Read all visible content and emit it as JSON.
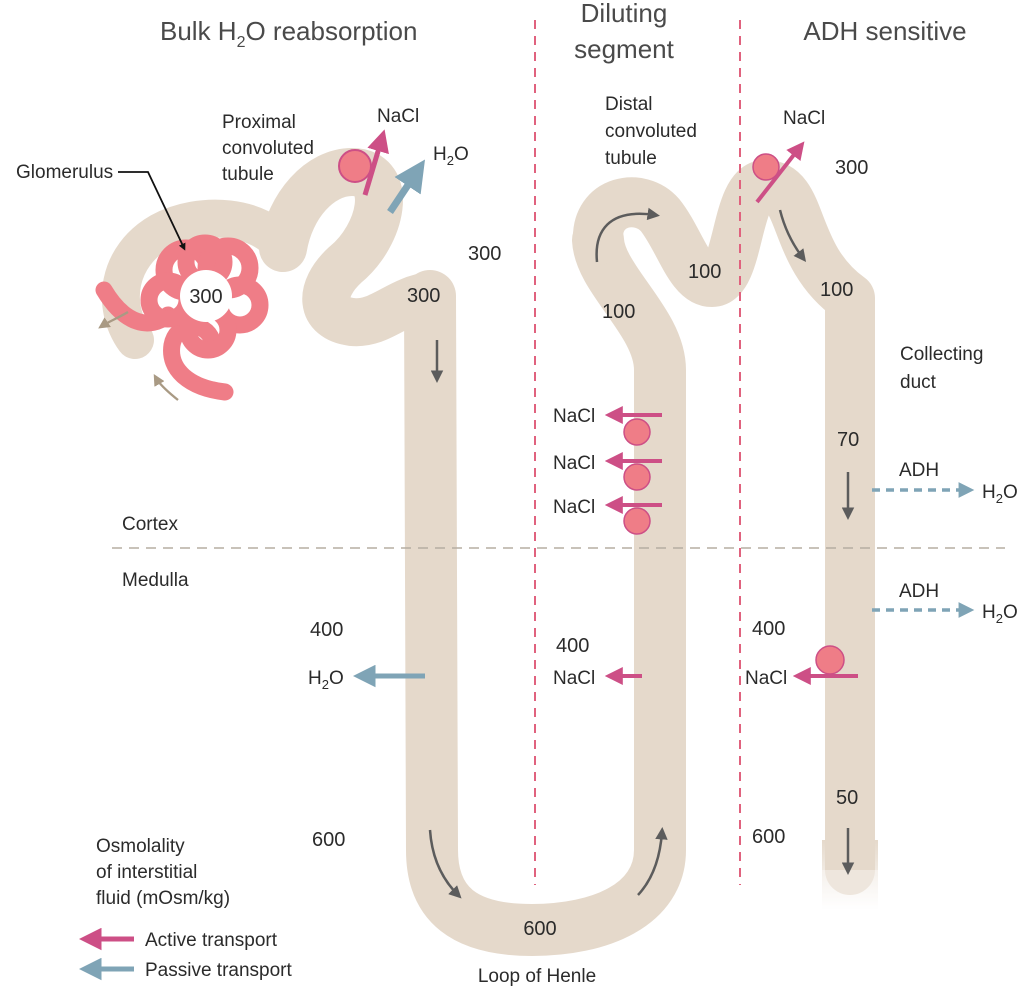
{
  "colors": {
    "tubule": "#e5d9cb",
    "glomerulus": "#ef7d87",
    "active": "#cd4f86",
    "passive": "#7fa4b6",
    "divider": "#e0627e",
    "cortex_line": "#b5ada2",
    "flow_arrow": "#5c5c5c",
    "text": "#2b2b2b"
  },
  "sections": {
    "bulk": "Bulk H",
    "bulk_sub": "2",
    "bulk_rest": "O reabsorption",
    "diluting_1": "Diluting",
    "diluting_2": "segment",
    "adh": "ADH sensitive"
  },
  "labels": {
    "glomerulus": "Glomerulus",
    "pct_1": "Proximal",
    "pct_2": "convoluted",
    "pct_3": "tubule",
    "dct_1": "Distal",
    "dct_2": "convoluted",
    "dct_3": "tubule",
    "cd_1": "Collecting",
    "cd_2": "duct",
    "cortex": "Cortex",
    "medulla": "Medulla",
    "loop": "Loop of Henle",
    "nacl": "NaCl",
    "h": "H",
    "two": "2",
    "o": "O",
    "adh": "ADH"
  },
  "osmolality": {
    "glom": "300",
    "pct_in": "300",
    "pct_out": "300",
    "dct_1": "100",
    "dct_2": "100",
    "cd_top": "300",
    "cd_100": "100",
    "cd_70": "70",
    "cd_50": "50",
    "medulla_left": "400",
    "medulla_mid": "400",
    "medulla_right": "400",
    "deep_left": "600",
    "deep_right": "600",
    "loop_bottom": "600"
  },
  "legend": {
    "osm_1": "Osmolality",
    "osm_2": "of interstitial",
    "osm_3": "fluid (mOsm/kg)",
    "active": "Active transport",
    "passive": "Passive transport"
  }
}
